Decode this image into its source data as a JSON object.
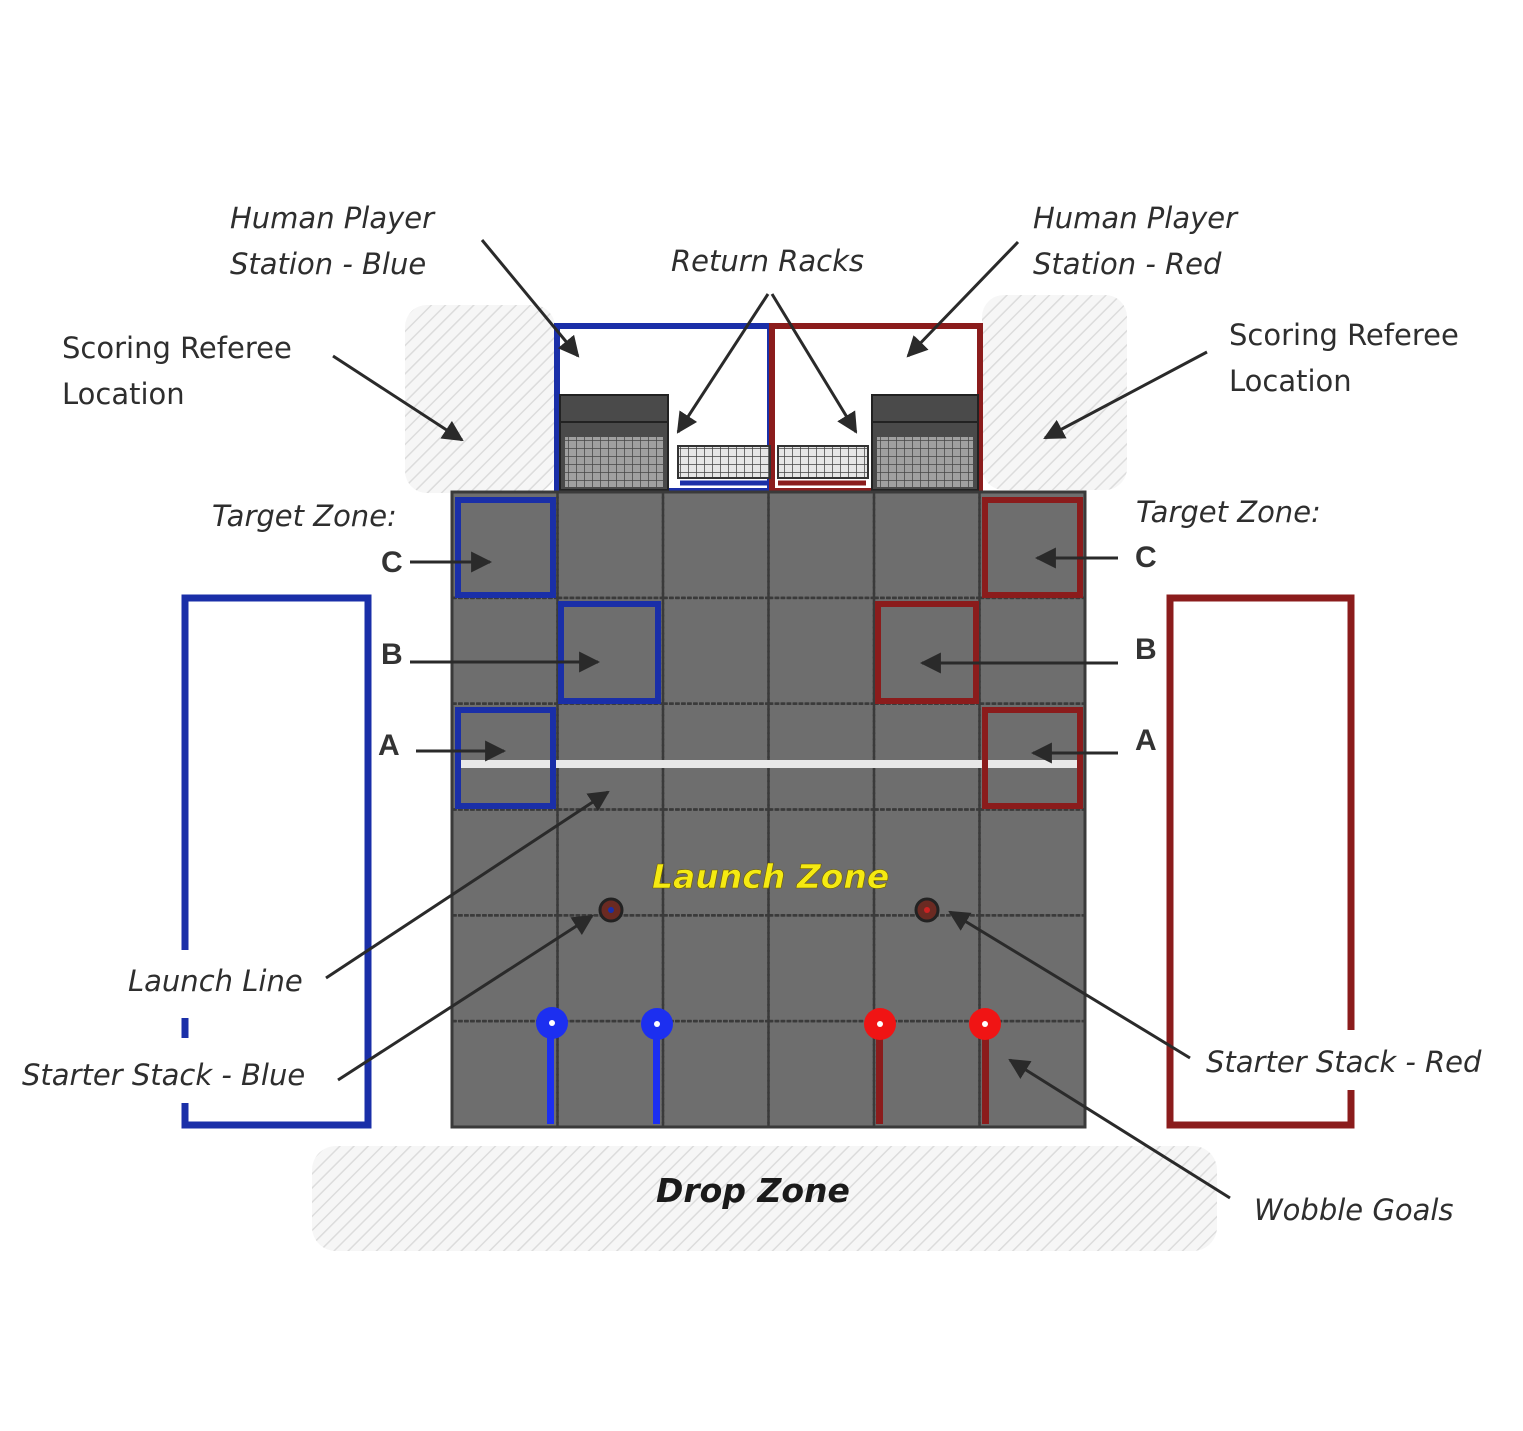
{
  "labels": {
    "human_player_blue": [
      "Human Player",
      "Station - Blue"
    ],
    "human_player_red": [
      "Human Player",
      "Station - Red"
    ],
    "return_racks": "Return Racks",
    "scoring_referee_left": [
      "Scoring Referee",
      "Location"
    ],
    "scoring_referee_right": [
      "Scoring Referee",
      "Location"
    ],
    "target_zone_left": "Target Zone:",
    "target_zone_right": "Target Zone:",
    "zone_letters_left": [
      "C",
      "B",
      "A"
    ],
    "zone_letters_right": [
      "C",
      "B",
      "A"
    ],
    "launch_zone": "Launch Zone",
    "launch_line": "Launch Line",
    "starter_stack_blue": "Starter Stack - Blue",
    "starter_stack_red": "Starter Stack - Red",
    "drop_zone": "Drop Zone",
    "wobble_goals": "Wobble Goals"
  },
  "colors": {
    "blue_alliance": "#1a2fa8",
    "red_alliance": "#8b1c1c",
    "field_tile": "#6e6e6e",
    "launch_zone_text": "#f5ea12",
    "wobble_blue": "#1c2ff0",
    "wobble_red": "#f01414",
    "launch_line": "#e8e8e8"
  }
}
